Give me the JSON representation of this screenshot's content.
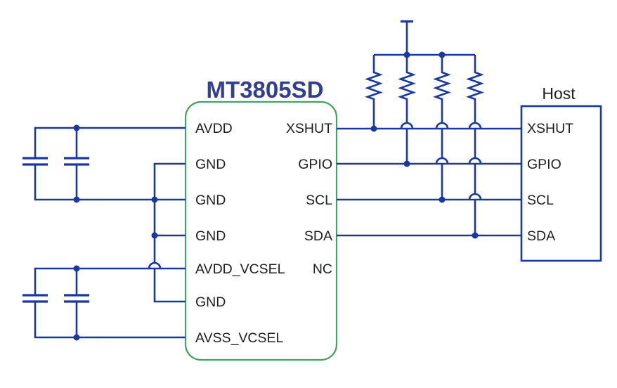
{
  "diagram": {
    "title": "MT3805SD",
    "chip": {
      "left_pins": [
        "AVDD",
        "GND",
        "GND",
        "GND",
        "AVDD_VCSEL",
        "GND",
        "AVSS_VCSEL"
      ],
      "right_pins": [
        "XSHUT",
        "GPIO",
        "SCL",
        "SDA",
        "NC"
      ]
    },
    "host": {
      "label": "Host",
      "pins": [
        "XSHUT",
        "GPIO",
        "SCL",
        "SDA"
      ]
    },
    "components": {
      "pullup_resistors": 4,
      "decoupling_capacitors": 4,
      "power_rails": 1
    },
    "colors": {
      "wire_blue": "#1a38a0",
      "chip_border_green": "#46a164",
      "title_blue": "#333e91",
      "label_black": "#1e1e1e",
      "background": "#ffffff"
    }
  }
}
